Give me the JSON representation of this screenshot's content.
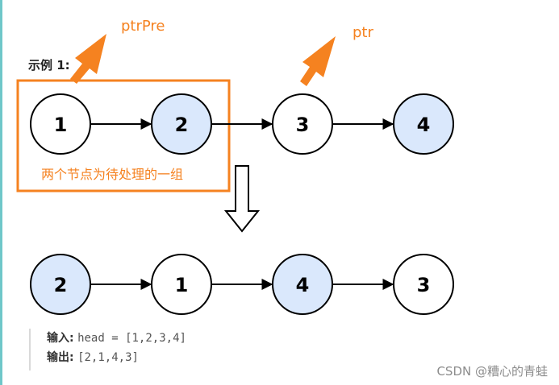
{
  "example_title": "示例 1:",
  "pointers": {
    "prev": "ptrPre",
    "curr": "ptr"
  },
  "group_caption": "两个节点为待处理的一组",
  "top_list": [
    "1",
    "2",
    "3",
    "4"
  ],
  "bottom_list": [
    "2",
    "1",
    "4",
    "3"
  ],
  "input": {
    "label": "输入:",
    "value": "head = [1,2,3,4]"
  },
  "output": {
    "label": "输出:",
    "value": "[2,1,4,3]"
  },
  "watermark": "CSDN @糟心的青蛙",
  "colors": {
    "orange": "#f58220",
    "node_blue": "#dae8fc",
    "node_white": "#ffffff",
    "stroke": "#000000"
  },
  "highlight_top": [
    false,
    true,
    false,
    true
  ],
  "highlight_bottom": [
    true,
    false,
    true,
    false
  ]
}
